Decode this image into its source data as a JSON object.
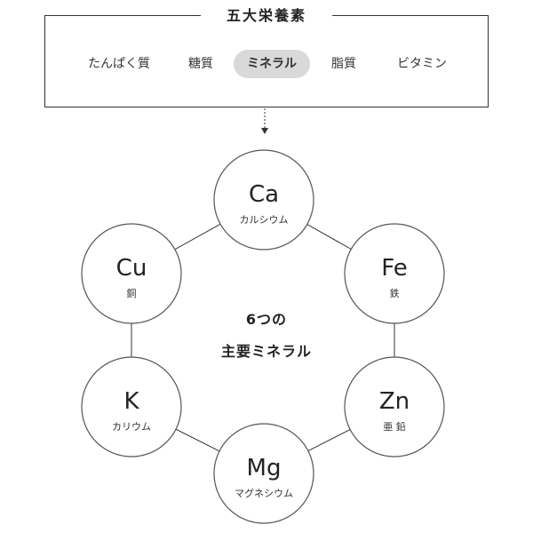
{
  "header": {
    "title": "五大栄養素"
  },
  "tabs": [
    {
      "label": "たんぱく質",
      "active": false
    },
    {
      "label": "糖質",
      "active": false
    },
    {
      "label": "ミネラル",
      "active": true
    },
    {
      "label": "脂質",
      "active": false
    },
    {
      "label": "ビタミン",
      "active": false
    }
  ],
  "center": {
    "line1": "6つの",
    "line2": "主要ミネラル"
  },
  "minerals": [
    {
      "symbol": "Ca",
      "name": "カルシウム"
    },
    {
      "symbol": "Fe",
      "name": "鉄"
    },
    {
      "symbol": "Zn",
      "name": "亜 鉛"
    },
    {
      "symbol": "Mg",
      "name": "マグネシウム"
    },
    {
      "symbol": "K",
      "name": "カリウム"
    },
    {
      "symbol": "Cu",
      "name": "銅"
    }
  ],
  "colors": {
    "line": "#333333",
    "ring": "#555555",
    "active_tab": "#d9d9d9"
  }
}
